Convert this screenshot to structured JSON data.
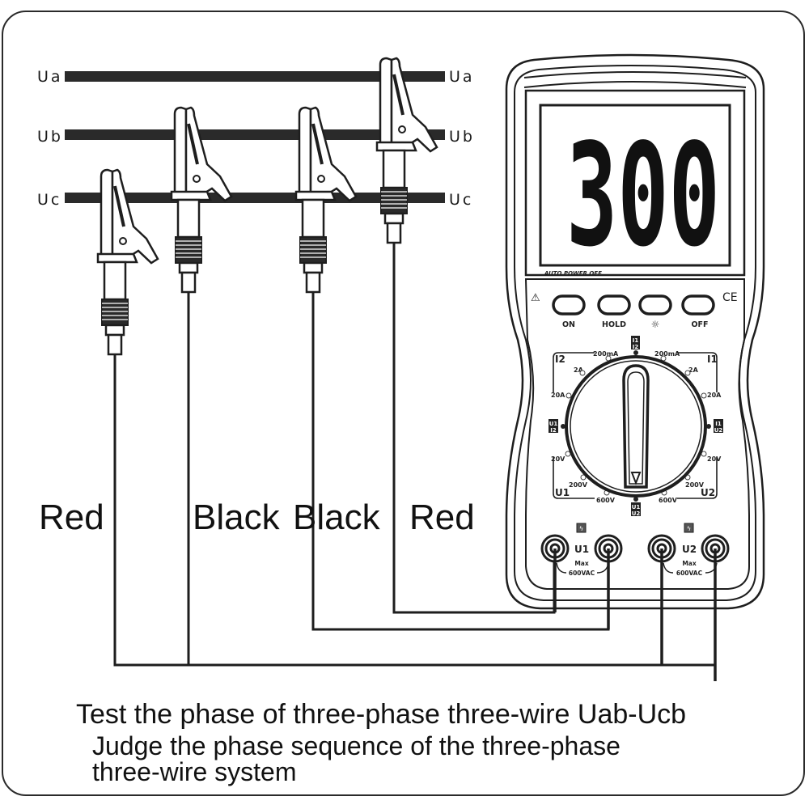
{
  "bus_lines": [
    {
      "id": "a",
      "label_left": "Ua",
      "label_right": "Ua"
    },
    {
      "id": "b",
      "label_left": "Ub",
      "label_right": "Ub"
    },
    {
      "id": "c",
      "label_left": "Uc",
      "label_right": "Uc"
    }
  ],
  "leads": [
    {
      "label": "Red",
      "clip_on": "Uc",
      "terminal": "U2+"
    },
    {
      "label": "Black",
      "clip_on": "Ub",
      "terminal": "U2-"
    },
    {
      "label": "Black",
      "clip_on": "Ub",
      "terminal": "U1-"
    },
    {
      "label": "Red",
      "clip_on": "Ua",
      "terminal": "U1+"
    }
  ],
  "meter": {
    "display_value": "300",
    "auto_power_off": "AUTO POWER OFF",
    "warning_icon": "warning-triangle-icon",
    "ce_mark": "CE",
    "buttons": [
      {
        "label": "ON"
      },
      {
        "label": "HOLD"
      },
      {
        "label": "☼",
        "icon": "backlight-sun-icon"
      },
      {
        "label": "OFF"
      }
    ],
    "dial": {
      "top_label": [
        "I1",
        "I2"
      ],
      "left_label": [
        "U1",
        "I2"
      ],
      "right_label": [
        "I1",
        "U2"
      ],
      "bottom_label": [
        "U1",
        "U2"
      ],
      "group_I2": "I2",
      "group_I1": "I1",
      "group_U1": "U1",
      "group_U2": "U2",
      "left_current_ranges": [
        "200mA",
        "2A",
        "20A"
      ],
      "right_current_ranges": [
        "200mA",
        "2A",
        "20A"
      ],
      "left_voltage_ranges": [
        "20V",
        "200V",
        "600V"
      ],
      "right_voltage_ranges": [
        "20V",
        "200V",
        "600V"
      ]
    },
    "inputs": [
      {
        "channel": "U1",
        "max_line1": "Max",
        "max_line2": "600VAC"
      },
      {
        "channel": "U2",
        "max_line1": "Max",
        "max_line2": "600VAC"
      }
    ]
  },
  "caption": {
    "line1": "Test the phase of three-phase three-wire Uab-Ucb",
    "line2": "Judge the phase sequence of the three-phase",
    "line3": "three-wire system"
  },
  "colors": {
    "ink": "#1e1e1e",
    "background": "#ffffff"
  }
}
